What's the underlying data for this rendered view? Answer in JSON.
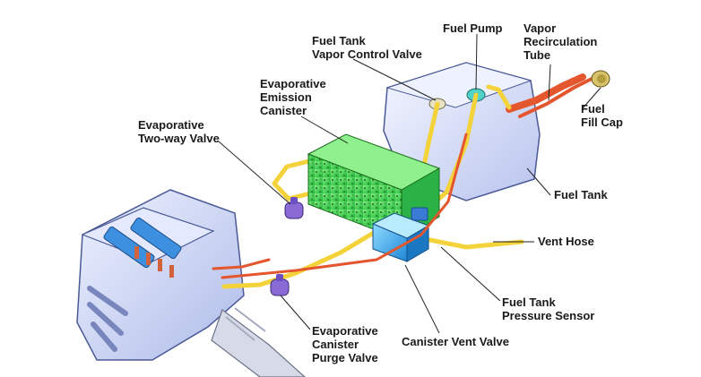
{
  "labels": {
    "fuel_tank_vapor_control_valve": "Fuel Tank\nVapor Control Valve",
    "fuel_pump": "Fuel Pump",
    "vapor_recirculation_tube": "Vapor\nRecirculation\nTube",
    "evaporative_emission_canister": "Evaporative\nEmission\nCanister",
    "evaporative_two_way_valve": "Evaporative\nTwo-way Valve",
    "fuel_fill_cap": "Fuel\nFill Cap",
    "fuel_tank": "Fuel Tank",
    "vent_hose": "Vent Hose",
    "fuel_tank_pressure_sensor": "Fuel Tank\nPressure Sensor",
    "canister_vent_valve": "Canister Vent Valve",
    "evaporative_canister_purge_valve": "Evaporative\nCanister\nPurge Valve"
  },
  "colors": {
    "engine": "#c9d4f3",
    "tank": "#d7def7",
    "canister": "#3fd93f",
    "vent_valve": "#3fa8e8",
    "vapor_line": "#f3d23a",
    "fuel_line": "#e4572e",
    "valve": "#8a6bd6",
    "leader": "#222222"
  }
}
